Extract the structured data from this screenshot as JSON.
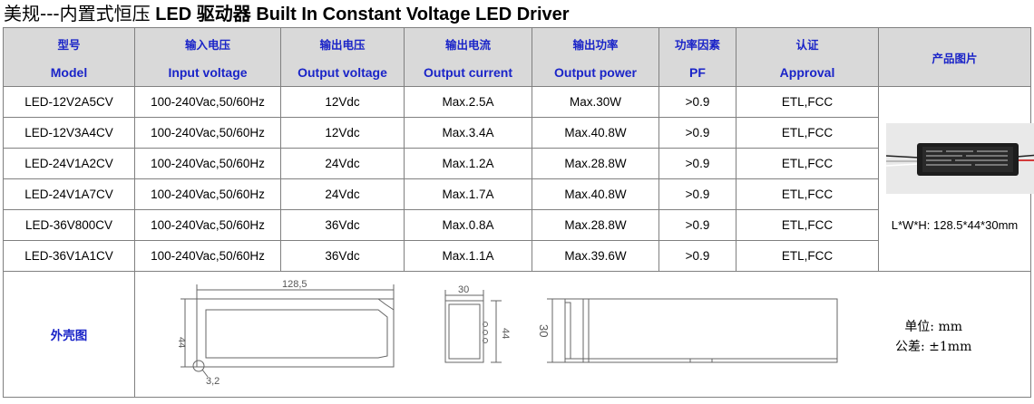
{
  "title": {
    "cn": "美规---内置式恒压",
    "en": " LED 驱动器  Built In Constant Voltage LED Driver"
  },
  "headers": [
    {
      "cn": "型号",
      "en": "Model"
    },
    {
      "cn": "输入电压",
      "en": "Input voltage"
    },
    {
      "cn": "输出电压",
      "en": "Output voltage"
    },
    {
      "cn": "输出电流",
      "en": "Output current"
    },
    {
      "cn": "输出功率",
      "en": "Output power"
    },
    {
      "cn": "功率因素",
      "en": "PF"
    },
    {
      "cn": "认证",
      "en": "Approval"
    }
  ],
  "photo_header": "产品图片",
  "rows": [
    [
      "LED-12V2A5CV",
      "100-240Vac,50/60Hz",
      "12Vdc",
      "Max.2.5A",
      "Max.30W",
      ">0.9",
      "ETL,FCC"
    ],
    [
      "LED-12V3A4CV",
      "100-240Vac,50/60Hz",
      "12Vdc",
      "Max.3.4A",
      "Max.40.8W",
      ">0.9",
      "ETL,FCC"
    ],
    [
      "LED-24V1A2CV",
      "100-240Vac,50/60Hz",
      "24Vdc",
      "Max.1.2A",
      "Max.28.8W",
      ">0.9",
      "ETL,FCC"
    ],
    [
      "LED-24V1A7CV",
      "100-240Vac,50/60Hz",
      "24Vdc",
      "Max.1.7A",
      "Max.40.8W",
      ">0.9",
      "ETL,FCC"
    ],
    [
      "LED-36V800CV",
      "100-240Vac,50/60Hz",
      "36Vdc",
      "Max.0.8A",
      "Max.28.8W",
      ">0.9",
      "ETL,FCC"
    ],
    [
      "LED-36V1A1CV",
      "100-240Vac,50/60Hz",
      "36Vdc",
      "Max.1.1A",
      "Max.39.6W",
      ">0.9",
      "ETL,FCC"
    ]
  ],
  "dimensions_text": "L*W*H: 128.5*44*30mm",
  "shell_label": "外壳图",
  "drawing": {
    "top_length": "128,5",
    "top_width": "44",
    "corner_radius": "3,2",
    "side_width": "30",
    "side_height": "44",
    "front_height": "30"
  },
  "unit_note": {
    "unit": "单位: mm",
    "tolerance": "公差: ±1mm"
  },
  "colors": {
    "header_bg": "#d9d9d9",
    "header_text": "#1a24c8",
    "border": "#808080"
  }
}
